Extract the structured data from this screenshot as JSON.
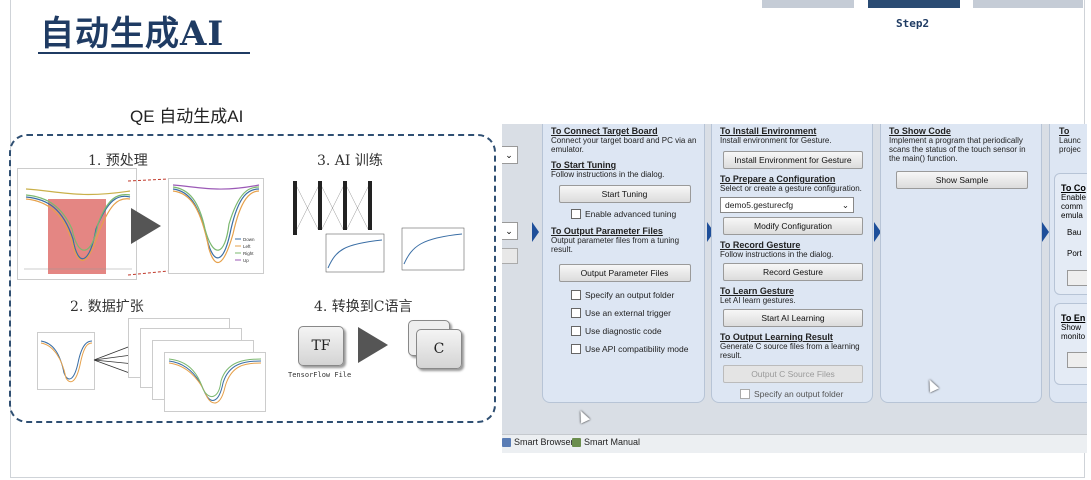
{
  "slide": {
    "title": "自动生成AI",
    "step_label": "Step2",
    "subtitle": "QE 自动生成AI"
  },
  "sections": {
    "preprocess": "1. 预处理",
    "augment": "2. 数据扩张",
    "training": "3. AI 训练",
    "convert": "4. 转换到C语言"
  },
  "convert_icons": {
    "tf": "TF",
    "c": "C",
    "tf_caption": "TensorFlow File"
  },
  "chart_legend": [
    "Down",
    "Left",
    "Right",
    "Up"
  ],
  "app": {
    "col1": {
      "connect_heading": "To Connect Target Board",
      "connect_text": "Connect your target board and PC via an emulator.",
      "tuning_heading": "To Start Tuning",
      "tuning_text": "Follow instructions in the dialog.",
      "start_tuning": "Start Tuning",
      "enable_advanced": "Enable advanced tuning",
      "output_heading": "To Output Parameter Files",
      "output_text": "Output parameter files from a tuning result.",
      "output_btn": "Output Parameter Files",
      "opt1": "Specify an output folder",
      "opt2": "Use an external trigger",
      "opt3": "Use diagnostic code",
      "opt4": "Use API compatibility mode"
    },
    "col2": {
      "install_heading": "To Install Environment",
      "install_text": "Install environment for Gesture.",
      "install_btn": "Install Environment for Gesture",
      "prepare_heading": "To Prepare a Configuration",
      "prepare_text": "Select or create a gesture configuration.",
      "config_value": "demo5.gesturecfg",
      "modify_btn": "Modify Configuration",
      "record_heading": "To Record Gesture",
      "record_text": "Follow instructions in the dialog.",
      "record_btn": "Record Gesture",
      "learn_heading": "To Learn Gesture",
      "learn_text": "Let AI learn gestures.",
      "learn_btn": "Start AI Learning",
      "result_heading": "To Output Learning Result",
      "result_text": "Generate C source files from a learning result.",
      "result_btn": "Output C Source Files",
      "result_opt": "Specify an output folder"
    },
    "col3": {
      "sample_heading": "To Show Code",
      "sample_text": "Implement a program that periodically scans the status of the touch sensor in the main() function.",
      "sample_btn": "Show Sample"
    },
    "col4": {
      "t1": "To",
      "t1b": "Launc",
      "t1c": "projec",
      "t2": "To Co",
      "t2b": "Enable",
      "t2c": "comm",
      "t2d": "emula",
      "t2e": "Bau",
      "t2f": "Port",
      "t3": "To En",
      "t3b": "Show",
      "t3c": "monito"
    },
    "bottom_bar": {
      "browser": "Smart Browser",
      "manual": "Smart Manual"
    }
  },
  "colors": {
    "title": "#1f3b63",
    "dash_border": "#2f4f72",
    "panel_bg": "#dde6f3",
    "arrow_blue": "#1e4f9a"
  }
}
